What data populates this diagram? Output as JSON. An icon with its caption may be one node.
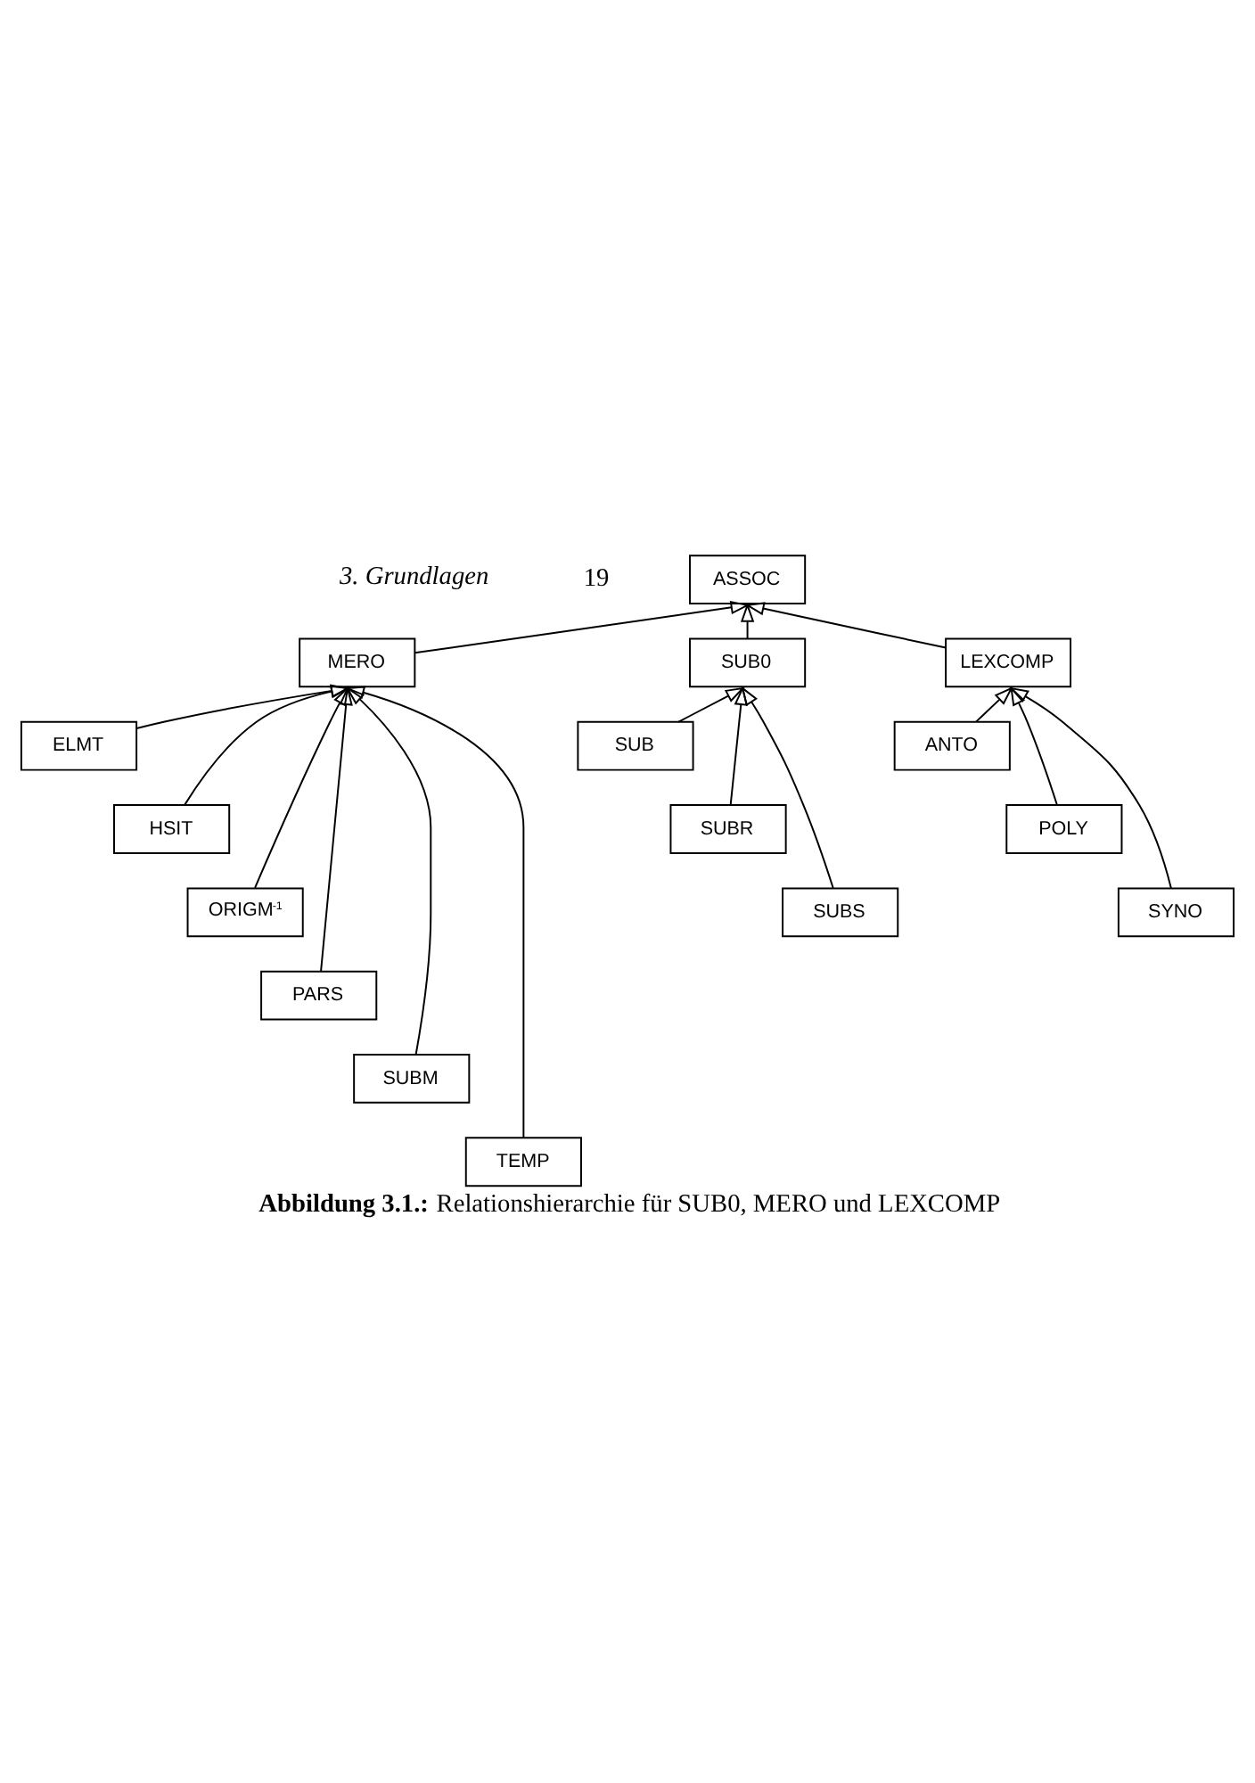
{
  "diagram": {
    "caption": "**Abbildung 3.1.:** Relationshierarchie für SUB0, MERO und LEXCOMP",
    "nodes": [
      {
        "text": [
          "ASSOC"
        ]
      },
      {
        "text": [
          "MERO"
        ]
      },
      {
        "text": [
          "SUB0"
        ]
      },
      {
        "text": [
          "LEXCOMP"
        ]
      },
      {
        "text": [
          "ELMT"
        ]
      },
      {
        "text": [
          "HSIT"
        ]
      },
      {
        "text": [
          "ORIGM$^{-1}$"
        ]
      },
      {
        "text": [
          "PARS"
        ]
      },
      {
        "text": [
          "SUBM"
        ]
      },
      {
        "text": [
          "TEMP"
        ]
      },
      {
        "text": [
          "SUB"
        ]
      },
      {
        "text": [
          "SUBR"
        ]
      },
      {
        "text": [
          "SUBS"
        ]
      },
      {
        "text": [
          "ANTO"
        ]
      },
      {
        "text": [
          "POLY"
        ]
      },
      {
        "text": [
          "SYNO"
        ]
      }
    ],
    "edges": [
      {
        "from": 1,
        "to": 0,
        "arrow": "to"
      },
      {
        "from": 2,
        "to": 0,
        "arrow": "to"
      },
      {
        "from": 3,
        "to": 0,
        "arrow": "to"
      },
      {
        "from": 4,
        "to": 1,
        "arrow": "to"
      },
      {
        "from": 5,
        "to": 1,
        "arrow": "to"
      },
      {
        "from": 6,
        "to": 1,
        "arrow": "to"
      },
      {
        "from": 7,
        "to": 1,
        "arrow": "to"
      },
      {
        "from": 8,
        "to": 1,
        "arrow": "to"
      },
      {
        "from": 9,
        "to": 1,
        "arrow": "to"
      },
      {
        "from": 10,
        "to": 2,
        "arrow": "to"
      },
      {
        "from": 11,
        "to": 2,
        "arrow": "to"
      },
      {
        "from": 12,
        "to": 2,
        "arrow": "to"
      },
      {
        "from": 13,
        "to": 3,
        "arrow": "to"
      },
      {
        "from": 14,
        "to": 3,
        "arrow": "to"
      },
      {
        "from": 15,
        "to": 3,
        "arrow": "to"
      }
    ],
    "labels": [
      "3. Grundlagen",
      "19"
    ]
  }
}
